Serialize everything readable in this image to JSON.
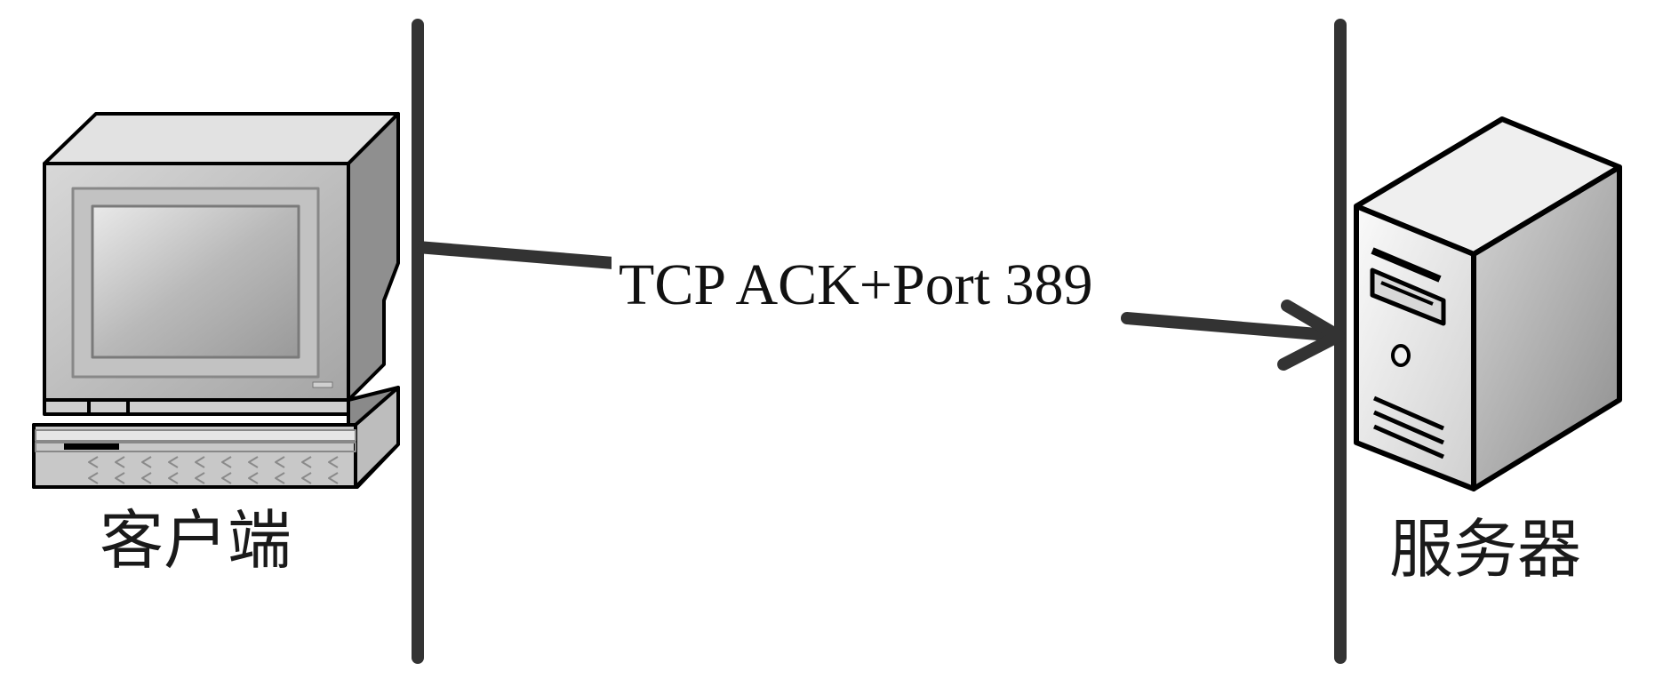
{
  "client": {
    "label": "客户端",
    "icon": "desktop-computer-icon"
  },
  "server": {
    "label": "服务器",
    "icon": "tower-server-icon"
  },
  "message": {
    "label": "TCP ACK+Port 389",
    "direction": "client-to-server"
  },
  "colors": {
    "line": "#333333",
    "outline": "#000000",
    "text": "#1a1a1a"
  }
}
